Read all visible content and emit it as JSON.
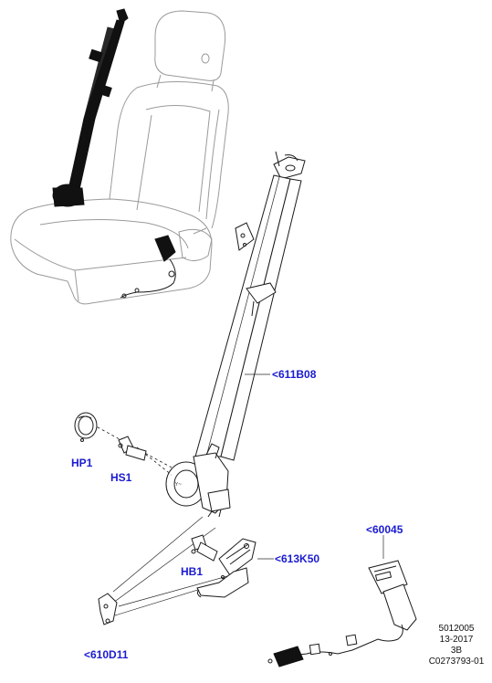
{
  "callouts": {
    "belt_assembly": "<611B08",
    "trim_cover": "HP1",
    "shoulder_screw": "HS1",
    "anchor_bolt": "HB1",
    "height_adjuster": "<613K50",
    "lower_anchor_bracket": "<610D11",
    "buckle_assembly": "<60045"
  },
  "reference": {
    "line1": "5012005",
    "line2": "13-2017",
    "line3": "3B",
    "line4": "C0273793-01"
  },
  "colors": {
    "callout_text": "#1b1bd0",
    "line_art": "#1a1a1a",
    "seat_outline": "#9a9a9a"
  }
}
